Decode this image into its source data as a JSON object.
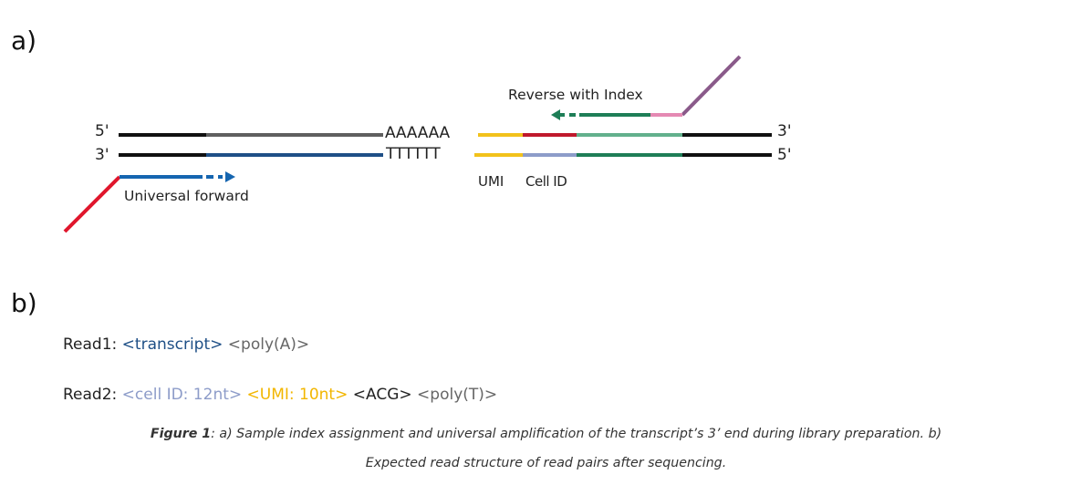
{
  "panel_a": {
    "label": "a)",
    "strand_top_left": "5'",
    "strand_top_right": "3'",
    "strand_bottom_left": "3'",
    "strand_bottom_right": "5'",
    "poly_a": "AAAAAA",
    "poly_t": "TTTTTT",
    "reverse_primer": "Reverse with Index",
    "forward_primer": "Universal forward",
    "umi": "UMI",
    "cell_id": "Cell ID",
    "colors": {
      "black": "#111111",
      "gray": "#5f5f5f",
      "navy": "#1e4f86",
      "blue_primer": "#1565b0",
      "yellow": "#f2c21b",
      "red": "#c0182c",
      "periwinkle": "#8d9cc9",
      "light_green": "#62b08c",
      "dark_green": "#1e7e57",
      "pink": "#e589b3",
      "purple": "#8a5a8a",
      "red_primer": "#e0162c"
    }
  },
  "panel_b": {
    "label": "b)",
    "read1": {
      "prefix": "Read1: ",
      "transcript": "<transcript>",
      "sep": " ",
      "polya": "<poly(A)>"
    },
    "read2": {
      "prefix": "Read2: ",
      "cellid": "<cell ID: 12nt>",
      "sep1": " ",
      "umi": "<UMI: 10nt>",
      "sep2": " ",
      "acg": "<ACG>",
      "sep3": " ",
      "polyt": "<poly(T)>"
    },
    "colors": {
      "transcript": "#1e4f86",
      "cell_id": "#8d9cc9",
      "umi": "#f2b600",
      "poly": "#666666"
    }
  },
  "caption": {
    "figure_label": "Figure 1",
    "text_line1": ": a) Sample index assignment and universal amplification of the transcript’s 3’ end during library preparation. b)",
    "text_line2": "Expected read structure of read pairs after sequencing."
  }
}
